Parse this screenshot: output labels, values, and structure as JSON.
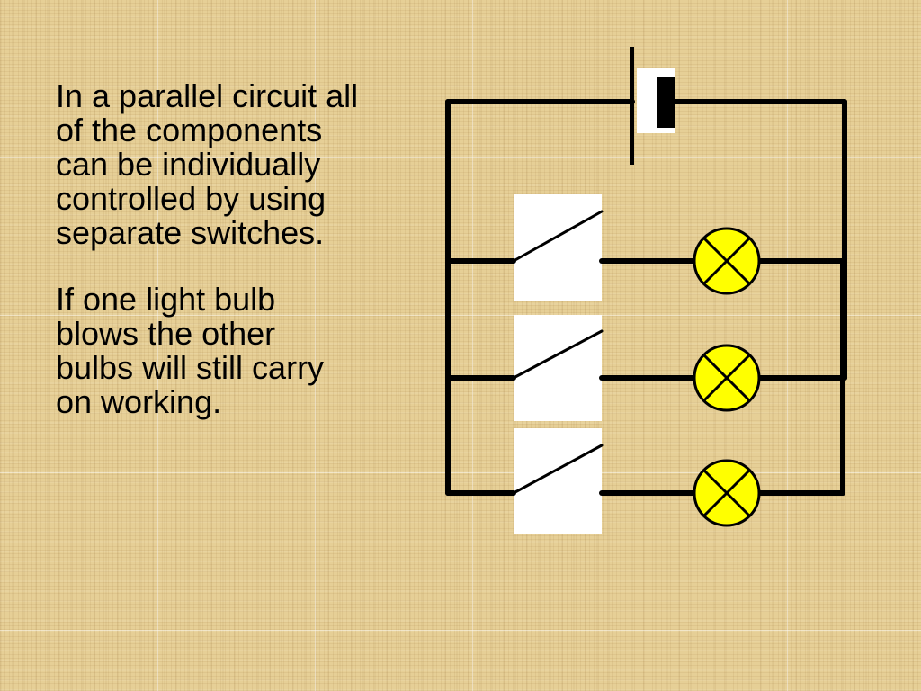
{
  "slide": {
    "paragraph_1": "In a parallel circuit all\nof the components\ncan be individually\ncontrolled by using\nseparate switches.",
    "paragraph_2": "If one light bulb\nblows the other\nbulbs will still carry\non working."
  },
  "diagram": {
    "wire_color": "#000000",
    "bulb_fill": "#ffff00",
    "switch_box_fill": "#ffffff",
    "components": [
      "cell",
      "switch",
      "switch",
      "switch",
      "bulb",
      "bulb",
      "bulb"
    ]
  }
}
